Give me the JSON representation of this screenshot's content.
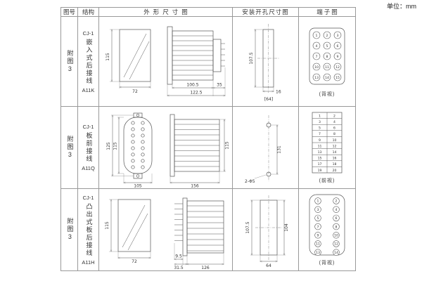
{
  "page": {
    "unit_label": "单位：mm"
  },
  "table": {
    "headers": {
      "figure": "图号",
      "structure": "结构",
      "outline": "外形尺寸图",
      "mounting": "安装开孔尺寸图",
      "terminal": "端子图"
    },
    "rows": [
      {
        "figure_no": "附图3",
        "model": "CJ-1",
        "structure_text": "嵌入式后接线",
        "code": "A11K",
        "outline": {
          "h": "115",
          "w": "72",
          "body": "100.5",
          "total": "122.5",
          "rear": "35"
        },
        "mounting": {
          "h": "107.5",
          "w": "16",
          "note": "[64]"
        },
        "terminal": {
          "view": "(背视)",
          "numbers": [
            1,
            2,
            3,
            4,
            5,
            6,
            7,
            8,
            9,
            10,
            11,
            12,
            13,
            14,
            15
          ]
        }
      },
      {
        "figure_no": "附图3",
        "model": "CJ-1",
        "structure_text": "板前接线",
        "code": "A11Q",
        "outline": {
          "h_outer": "125",
          "h_inner": "115",
          "w": "105",
          "side_w": "156",
          "side_h": "115"
        },
        "mounting": {
          "holes": "2-Φ5",
          "spacing": "131"
        },
        "terminal": {
          "view": "(前视)",
          "numbers": [
            1,
            2,
            3,
            4,
            5,
            6,
            7,
            8,
            9,
            10,
            11,
            12,
            13,
            14,
            15,
            16,
            17,
            18,
            19,
            20
          ]
        }
      },
      {
        "figure_no": "附图3",
        "model": "CJ-1",
        "structure_text": "凸出式板后接线",
        "code": "A11H",
        "outline": {
          "h": "115",
          "w": "72",
          "pin": "9.5",
          "pin_total": "31.5",
          "side_w": "126"
        },
        "mounting": {
          "h_left": "107.5",
          "h_right": "104",
          "w": "64"
        },
        "terminal": {
          "view": "(背视)",
          "numbers": [
            1,
            2,
            3,
            4,
            5,
            6,
            7,
            8,
            9,
            10,
            11,
            12,
            13,
            14
          ]
        }
      }
    ]
  }
}
